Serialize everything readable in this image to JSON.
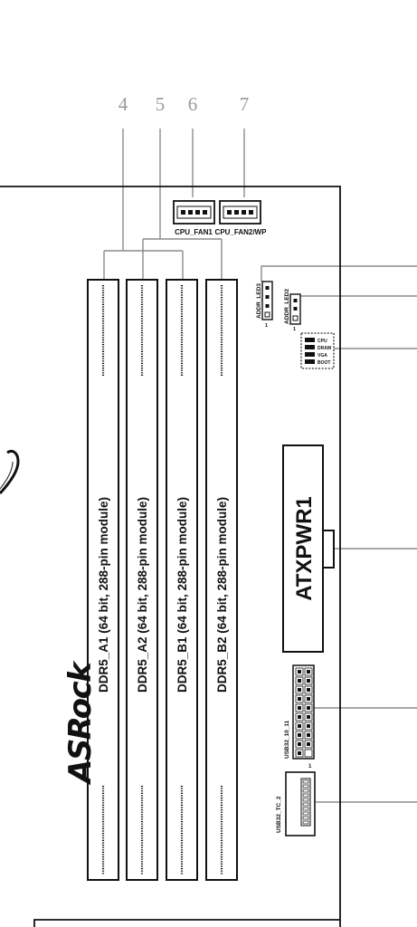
{
  "callouts": [
    "4",
    "5",
    "6",
    "7"
  ],
  "fan_headers": {
    "cpu_fan1": "CPU_FAN1",
    "cpu_fan2": "CPU_FAN2/WP"
  },
  "led_headers": {
    "led3": "ADDR_LED3",
    "led2": "ADDR_LED2",
    "pin1": "1"
  },
  "debug_leds": [
    "CPU",
    "DRAM",
    "VGA",
    "BOOT"
  ],
  "dimm_slots": [
    "DDR5_A1 (64 bit, 288-pin module)",
    "DDR5_A2 (64 bit, 288-pin module)",
    "DDR5_B1 (64 bit, 288-pin module)",
    "DDR5_B2 (64 bit, 288-pin module)"
  ],
  "power_connector": "ATXPWR1",
  "usb_header": {
    "label": "USB32_10_11",
    "pin1": "1"
  },
  "usb_tc_header": "USB32_TC_2",
  "brand_logo": "ASRock"
}
